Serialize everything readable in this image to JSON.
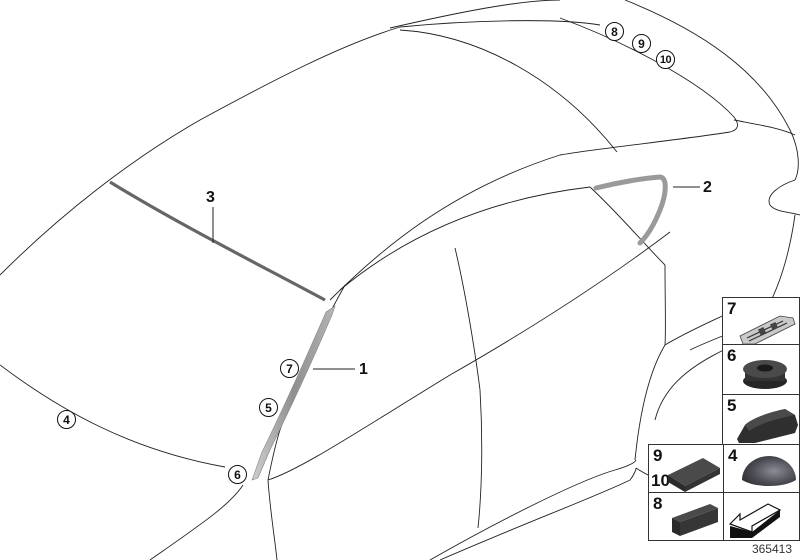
{
  "diagram": {
    "id_label": "365413",
    "main_callouts": [
      {
        "number": "1",
        "part": "A-pillar trim strip"
      },
      {
        "number": "2",
        "part": "rear quarter window trim"
      },
      {
        "number": "3",
        "part": "windshield upper seal"
      }
    ],
    "circled_refs": [
      {
        "number": "4"
      },
      {
        "number": "5"
      },
      {
        "number": "6"
      },
      {
        "number": "7"
      },
      {
        "number": "8"
      },
      {
        "number": "9"
      },
      {
        "number": "10"
      }
    ],
    "parts_grid": [
      {
        "label": "7",
        "icon": "clip-icon"
      },
      {
        "label": "6",
        "icon": "grommet-icon"
      },
      {
        "label": "5",
        "icon": "wedge-pad-icon"
      },
      {
        "label": "9",
        "label2": "10",
        "icon": "flat-block-icon"
      },
      {
        "label": "4",
        "icon": "dome-icon"
      },
      {
        "label": "8",
        "icon": "bar-block-icon"
      },
      {
        "label": "",
        "icon": "arrow-icon"
      }
    ],
    "colors": {
      "line": "#222222",
      "trim": "#8a8a8a",
      "part_dark": "#3d3d3d"
    }
  }
}
